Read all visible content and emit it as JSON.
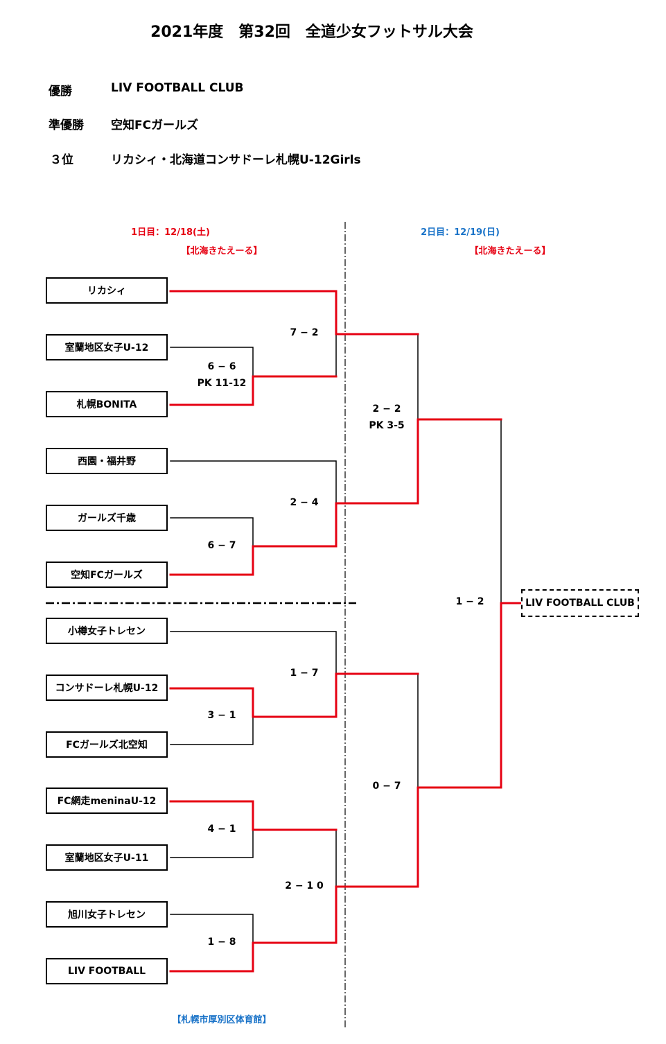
{
  "title": "2021年度　第32回　全道少女フットサル大会",
  "results": [
    {
      "label": "優勝",
      "value": "LIV FOOTBALL CLUB"
    },
    {
      "label": "準優勝",
      "value": "空知FCガールズ"
    },
    {
      "label": "３位",
      "value": "リカシィ・北海道コンサドーレ札幌U-12Girls"
    }
  ],
  "day1": {
    "date": "1日目：12/18(土)",
    "venue": "【北海きたえーる】"
  },
  "day2": {
    "date": "2日目：12/19(日)",
    "venue": "【北海きたえーる】"
  },
  "teams": [
    "リカシィ",
    "室蘭地区女子U-12",
    "札幌BONITA",
    "西園・福井野",
    "ガールズ千歳",
    "空知FCガールズ",
    "小樽女子トレセン",
    "コンサドーレ札幌U-12",
    "FCガールズ北空知",
    "FC網走meninaU-12",
    "室蘭地区女子U-11",
    "旭川女子トレセン",
    "LIV FOOTBALL"
  ],
  "scores": {
    "r1_a": [
      "6 − 6",
      "PK 11-12"
    ],
    "r1_b": "6 − 7",
    "r1_c": "3 − 1",
    "r1_d": "4 − 1",
    "r1_e": "1 − 8",
    "r2_a": "7 − 2",
    "r2_b": "2 − 4",
    "r2_c": "1 − 7",
    "r2_d": "2 − 1 0",
    "sf_a": [
      "2 − 2",
      "PK 3-5"
    ],
    "sf_b": "0 − 7",
    "final": "1 − 2"
  },
  "champion": "LIV FOOTBALL CLUB",
  "bottom_venue": "【札幌市厚別区体育館】",
  "colors": {
    "win_line": "#e60012",
    "lose_line": "#000000",
    "day1": "#e60012",
    "day2": "#1a73c8"
  }
}
